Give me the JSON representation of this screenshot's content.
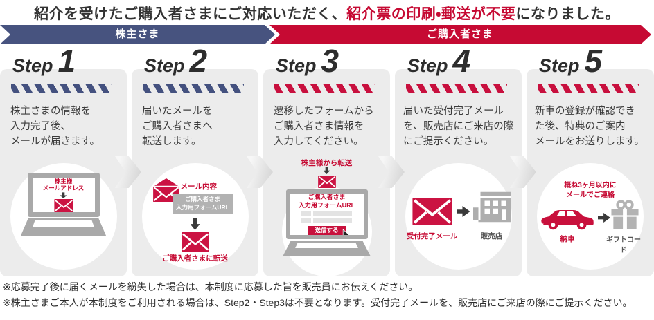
{
  "title": {
    "prefix": "紹介を受けたご購入者さまにご対応いただく、",
    "highlight": "紹介票の印刷・郵送が不要",
    "suffix": "になりました。"
  },
  "bands": {
    "shareholder_label": "株主さま",
    "purchaser_label": "ご購入者さま"
  },
  "steps": [
    {
      "label": "Step",
      "number": "1",
      "description": "株主さまの情報を\n入力完了後、\nメールが届きます。"
    },
    {
      "label": "Step",
      "number": "2",
      "description": "届いたメールを\nご購入者さまへ\n転送します。"
    },
    {
      "label": "Step",
      "number": "3",
      "description": "遷移したフォームから\nご購入者さま情報を\n入力してください。"
    },
    {
      "label": "Step",
      "number": "4",
      "description": "届いた受付完了メール\nを、販売店にご来店の際\nにご提示ください。"
    },
    {
      "label": "Step",
      "number": "5",
      "description": "新車の登録が確認でき\nた後、特典のご案内\nメールをお送りします。"
    }
  ],
  "graphics": {
    "step1": {
      "screen_label": "株主様\nメールアドレス"
    },
    "step2": {
      "mail_title": "メール内容",
      "mail_body": "ご購入者さま\n入力用フォームURL",
      "forward_label": "ご購入者さまに転送"
    },
    "step3": {
      "from_label": "株主様から転送",
      "form_title": "ご購入者さま\n入力用フォームURL",
      "submit_label": "送信する"
    },
    "step4": {
      "mail_label": "受付完了メール",
      "dealer_label": "販売店"
    },
    "step5": {
      "notice": "概ね3ヶ月以内に\nメールでご連絡",
      "delivery_label": "納車",
      "gift_label": "ギフトコード"
    }
  },
  "notes": [
    "※応募完了後に届くメールを紛失した場合は、本制度に応募した旨を販売員にお伝えください。",
    "※株主さまご本人が本制度をご利用される場合は、Step2・Step3は不要となります。受付完了メールを、販売店にご来店の際にご提示ください。"
  ],
  "colors": {
    "navy": "#47537f",
    "red": "#c60a33",
    "crimson": "#cb1342",
    "card_gray": "#ececec",
    "icon_gray": "#a9a9a9",
    "text_dark": "#333333"
  }
}
